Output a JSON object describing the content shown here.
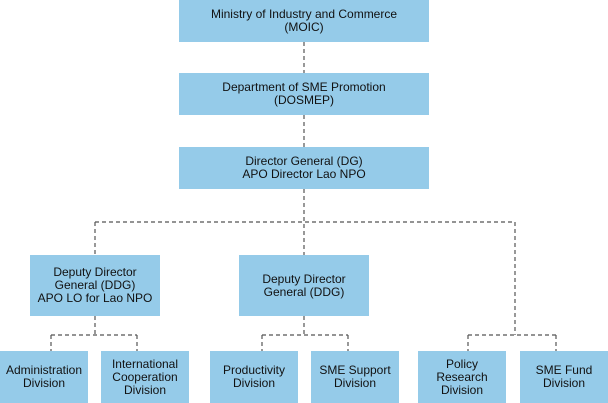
{
  "nodes": {
    "moic": [
      "Ministry of Industry and Commerce",
      "(MOIC)"
    ],
    "dosmep": [
      "Department of SME Promotion",
      "(DOSMEP)"
    ],
    "dg": [
      "Director General (DG)",
      "APO Director Lao NPO"
    ],
    "ddg1": [
      "Deputy Director",
      "General (DDG)",
      "APO LO for Lao NPO"
    ],
    "ddg2": [
      "Deputy Director",
      "General (DDG)"
    ],
    "admin": [
      "Administration",
      "Division"
    ],
    "intl": [
      "International",
      "Cooperation",
      "Division"
    ],
    "prod": [
      "Productivity",
      "Division"
    ],
    "sme_support": [
      "SME Support",
      "Division"
    ],
    "policy": [
      "Policy",
      "Research",
      "Division"
    ],
    "sme_fund": [
      "SME Fund",
      "Division"
    ]
  },
  "colors": {
    "box_fill": "#95cbe9",
    "connector": "#555555"
  }
}
